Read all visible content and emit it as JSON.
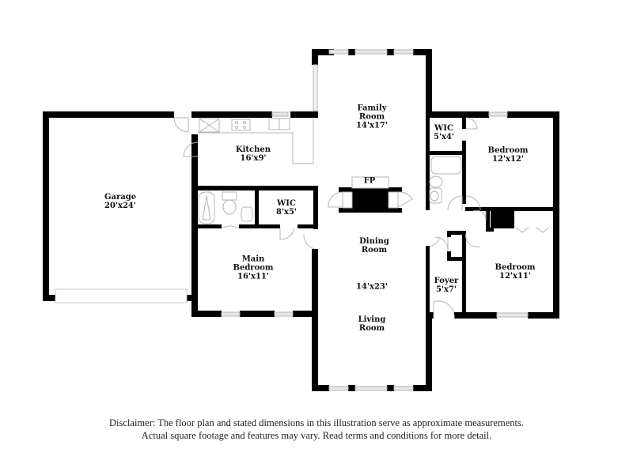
{
  "rooms": {
    "family_room": {
      "name_line1": "Family",
      "name_line2": "Room",
      "dims": "14'x17'"
    },
    "kitchen": {
      "name": "Kitchen",
      "dims": "16'x9'"
    },
    "garage": {
      "name": "Garage",
      "dims": "20'x24'"
    },
    "wic_main": {
      "name": "WIC",
      "dims": "8'x5'"
    },
    "main_bedroom": {
      "name_line1": "Main",
      "name_line2": "Bedroom",
      "dims": "16'x11'"
    },
    "fireplace": {
      "name": "FP"
    },
    "dining_room": {
      "name_line1": "Dining",
      "name_line2": "Room"
    },
    "living_dining_dims": {
      "dims": "14'x23'"
    },
    "living_room": {
      "name_line1": "Living",
      "name_line2": "Room"
    },
    "wic_small": {
      "name": "WIC",
      "dims": "5'x4'"
    },
    "bedroom_upper": {
      "name": "Bedroom",
      "dims": "12'x12'"
    },
    "bedroom_lower": {
      "name": "Bedroom",
      "dims": "12'x11'"
    },
    "foyer": {
      "name": "Foyer",
      "dims": "5'x7'"
    }
  },
  "disclaimer": {
    "line1": "Disclaimer: The floor plan and stated dimensions in this illustration serve as approximate measurements.",
    "line2": "Actual square footage and features may vary. Read terms and conditions for more detail."
  },
  "colors": {
    "wall": "#000000",
    "fixture": "#b5b5b5",
    "window_fill": "#e6e6e6",
    "background": "#ffffff"
  }
}
